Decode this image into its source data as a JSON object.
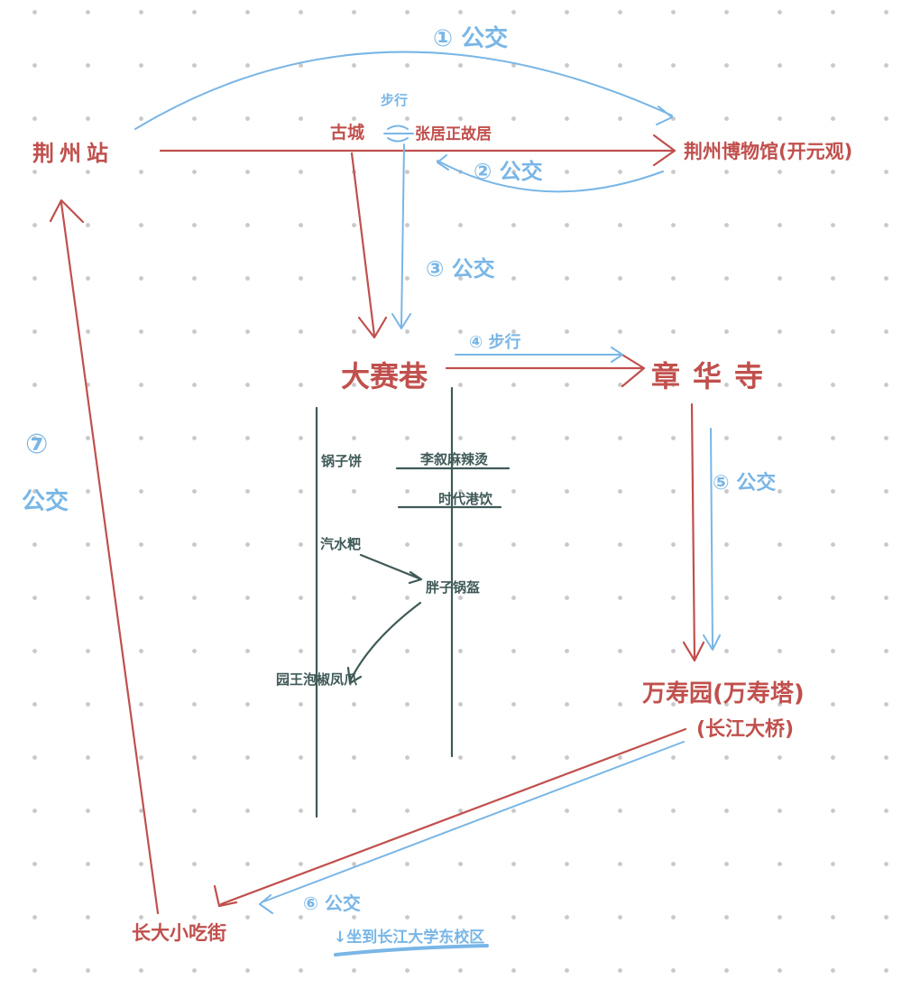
{
  "colors": {
    "route": "#c0504d",
    "transit": "#79b6e6",
    "food": "#3f5a58"
  },
  "places": {
    "jingzhou_station": "荆州站",
    "museum": "荆州博物馆(开元观)",
    "old_city": "古城",
    "zhang_residence": "张居正故居",
    "dasai_lane": "大赛巷",
    "zhanghua_temple": "章华寺",
    "wanshou_garden": "万寿园(万寿塔)",
    "yangtze_bridge": "(长江大桥)",
    "food_street": "长大小吃街"
  },
  "transit": {
    "walk_top": "步行",
    "s1": "① 公交",
    "s2": "② 公交",
    "s3": "③ 公交",
    "s4": "④ 步行",
    "s5": "⑤ 公交",
    "s6": "⑥ 公交",
    "s6_note": "↓坐到长江大学东校区",
    "s7_num": "⑦",
    "s7_label": "公交"
  },
  "foods": [
    "锅子饼",
    "李叙麻辣烫",
    "时代港饮",
    "汽水粑",
    "胖子锅盔",
    "园王泡椒凤爪"
  ]
}
